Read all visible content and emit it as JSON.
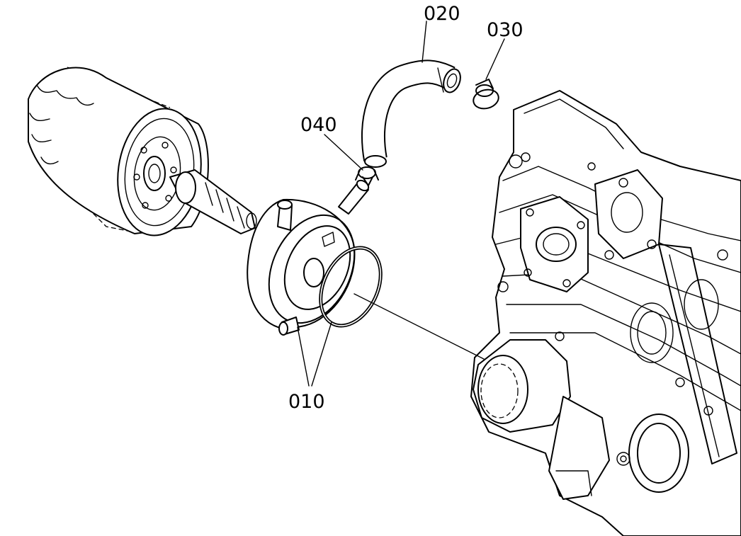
{
  "callouts": {
    "oil_cooler": "010",
    "hose": "020",
    "hose_clamp": "030",
    "hose_clip": "040"
  }
}
